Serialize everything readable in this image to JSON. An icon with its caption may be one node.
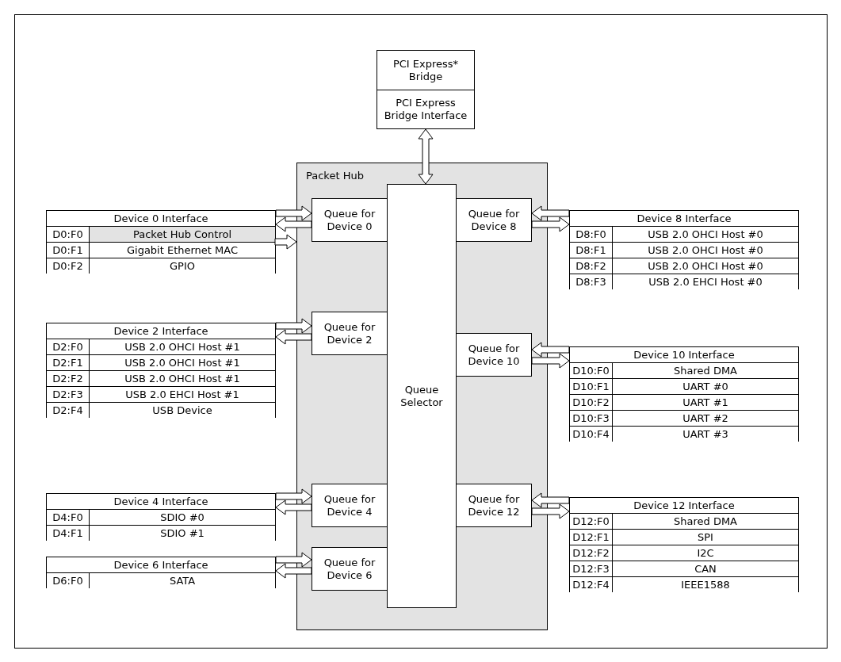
{
  "diagram": {
    "nodes": [
      {
        "text": [
          "PCI Express* Bridge",
          "PCI Express Bridge Interface"
        ]
      },
      {
        "text": [
          "Packet Hub"
        ]
      },
      {
        "text": [
          "Queue Selector"
        ],
        "in": 1
      },
      {
        "text": [
          "Queue for Device 0"
        ],
        "in": 1
      },
      {
        "text": [
          "Queue for Device 2"
        ],
        "in": 1
      },
      {
        "text": [
          "Queue for Device 4"
        ],
        "in": 1
      },
      {
        "text": [
          "Queue for Device 6"
        ],
        "in": 1
      },
      {
        "text": [
          "Queue for Device 8"
        ],
        "in": 1
      },
      {
        "text": [
          "Queue for Device 10"
        ],
        "in": 1
      },
      {
        "text": [
          "Queue for Device 12"
        ],
        "in": 1
      },
      {
        "text": [
          "Device 0 Interface"
        ]
      },
      {
        "text": [
          "D0:F0",
          "Packet Hub Control"
        ],
        "in": 10
      },
      {
        "text": [
          "D0:F1",
          "Gigabit Ethernet MAC"
        ],
        "in": 10
      },
      {
        "text": [
          "D0:F2",
          "GPIO"
        ],
        "in": 10
      },
      {
        "text": [
          "Device 2 Interface"
        ]
      },
      {
        "text": [
          "D2:F0",
          "USB 2.0 OHCI Host #1"
        ],
        "in": 14
      },
      {
        "text": [
          "D2:F1",
          "USB 2.0 OHCI Host #1"
        ],
        "in": 14
      },
      {
        "text": [
          "D2:F2",
          "USB 2.0 OHCI Host #1"
        ],
        "in": 14
      },
      {
        "text": [
          "D2:F3",
          "USB 2.0 EHCI Host #1"
        ],
        "in": 14
      },
      {
        "text": [
          "D2:F4",
          "USB Device"
        ],
        "in": 14
      },
      {
        "text": [
          "Device 4 Interface"
        ]
      },
      {
        "text": [
          "D4:F0",
          "SDIO #0"
        ],
        "in": 20
      },
      {
        "text": [
          "D4:F1",
          "SDIO #1"
        ],
        "in": 20
      },
      {
        "text": [
          "Device 6 Interface"
        ]
      },
      {
        "text": [
          "D6:F0",
          "SATA"
        ],
        "in": 23
      },
      {
        "text": [
          "Device 8 Interface"
        ]
      },
      {
        "text": [
          "D8:F0",
          "USB 2.0 OHCI Host #0"
        ],
        "in": 25
      },
      {
        "text": [
          "D8:F1",
          "USB 2.0 OHCI Host #0"
        ],
        "in": 25
      },
      {
        "text": [
          "D8:F2",
          "USB 2.0 OHCI Host #0"
        ],
        "in": 25
      },
      {
        "text": [
          "D8:F3",
          "USB 2.0 EHCI Host #0"
        ],
        "in": 25
      },
      {
        "text": [
          "Device 10 Interface"
        ]
      },
      {
        "text": [
          "D10:F0",
          "Shared DMA"
        ],
        "in": 30
      },
      {
        "text": [
          "D10:F1",
          "UART #0"
        ],
        "in": 30
      },
      {
        "text": [
          "D10:F2",
          "UART #1"
        ],
        "in": 30
      },
      {
        "text": [
          "D10:F3",
          "UART #2"
        ],
        "in": 30
      },
      {
        "text": [
          "D10:F4",
          "UART #3"
        ],
        "in": 30
      },
      {
        "text": [
          "Device 12 Interface"
        ]
      },
      {
        "text": [
          "D12:F0",
          "Shared DMA"
        ],
        "in": 36
      },
      {
        "text": [
          "D12:F1",
          "SPI"
        ],
        "in": 36
      },
      {
        "text": [
          "D12:F2",
          "I2C"
        ],
        "in": 36
      },
      {
        "text": [
          "D12:F3",
          "CAN"
        ],
        "in": 36
      },
      {
        "text": [
          "D12:F4",
          "IEEE1588"
        ],
        "in": 36
      }
    ],
    "edges": [
      {
        "from": 2,
        "to": 0,
        "arrow": "both"
      },
      {
        "from": 10,
        "to": 3,
        "arrow": "to"
      },
      {
        "from": 3,
        "to": 10,
        "arrow": "to"
      },
      {
        "from": 11,
        "to": 1,
        "arrow": "to"
      },
      {
        "from": 14,
        "to": 4,
        "arrow": "to"
      },
      {
        "from": 4,
        "to": 14,
        "arrow": "to"
      },
      {
        "from": 20,
        "to": 5,
        "arrow": "to"
      },
      {
        "from": 5,
        "to": 20,
        "arrow": "to"
      },
      {
        "from": 23,
        "to": 6,
        "arrow": "to"
      },
      {
        "from": 6,
        "to": 23,
        "arrow": "to"
      },
      {
        "from": 25,
        "to": 7,
        "arrow": "to"
      },
      {
        "from": 7,
        "to": 25,
        "arrow": "to"
      },
      {
        "from": 30,
        "to": 8,
        "arrow": "to"
      },
      {
        "from": 8,
        "to": 30,
        "arrow": "to"
      },
      {
        "from": 36,
        "to": 9,
        "arrow": "to"
      },
      {
        "from": 9,
        "to": 36,
        "arrow": "to"
      }
    ]
  }
}
